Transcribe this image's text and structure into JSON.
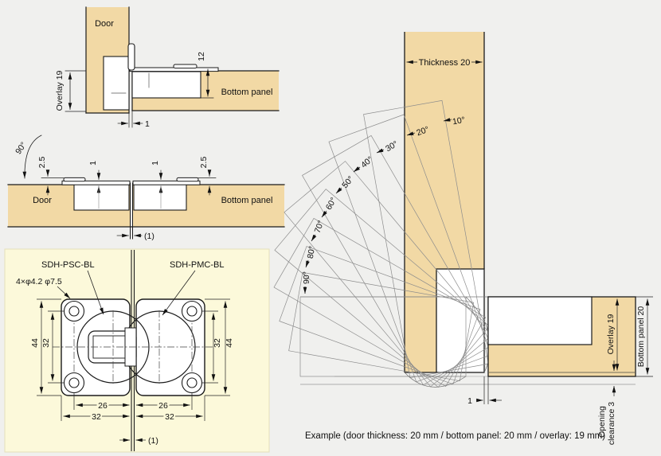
{
  "colors": {
    "page_bg": "#f0f0ee",
    "wood": "#f2d9a5",
    "panel_bg": "#fcf9da",
    "line": "#1b1b1b",
    "fan_line": "#8c8c8c"
  },
  "fig_door_section": {
    "door_label": "Door",
    "bottom_panel_label": "Bottom panel",
    "overlay_dim": "Overlay 19",
    "depth_dim": "12",
    "gap_dim": "1"
  },
  "fig_open_section": {
    "angle_label": "90°",
    "door_label": "Door",
    "bottom_panel_label": "Bottom panel",
    "leaf_height_dim_left": "2.5",
    "leaf_height_dim_right": "2.5",
    "leaf_thickness_dim_left": "1",
    "leaf_thickness_dim_right": "1",
    "gap_dim": "(1)"
  },
  "fig_hinge_plan": {
    "left_model": "SDH-PSC-BL",
    "right_model": "SDH-PMC-BL",
    "hole_callout": "4×φ4.2 φ7.5",
    "left_outer_dim": "44",
    "left_inner_dim": "32",
    "right_inner_dim": "32",
    "right_outer_dim": "44",
    "bottom_left_hole_dim": "26",
    "bottom_right_hole_dim": "26",
    "bottom_left_plate_dim": "32",
    "bottom_right_plate_dim": "32",
    "gap_dim": "(1)"
  },
  "fig_swing": {
    "thickness_dim": "Thickness 20",
    "angles": [
      "10°",
      "20°",
      "30°",
      "40°",
      "50°",
      "60°",
      "70°",
      "80°",
      "90°"
    ],
    "overlay_dim": "Overlay 19",
    "bottom_panel_dim": "Bottom panel 20",
    "clearance_line1": "Opening",
    "clearance_line2": "clearance 3",
    "gap_dim": "1",
    "caption": "Example (door thickness: 20 mm / bottom panel: 20 mm / overlay: 19 mm)"
  }
}
